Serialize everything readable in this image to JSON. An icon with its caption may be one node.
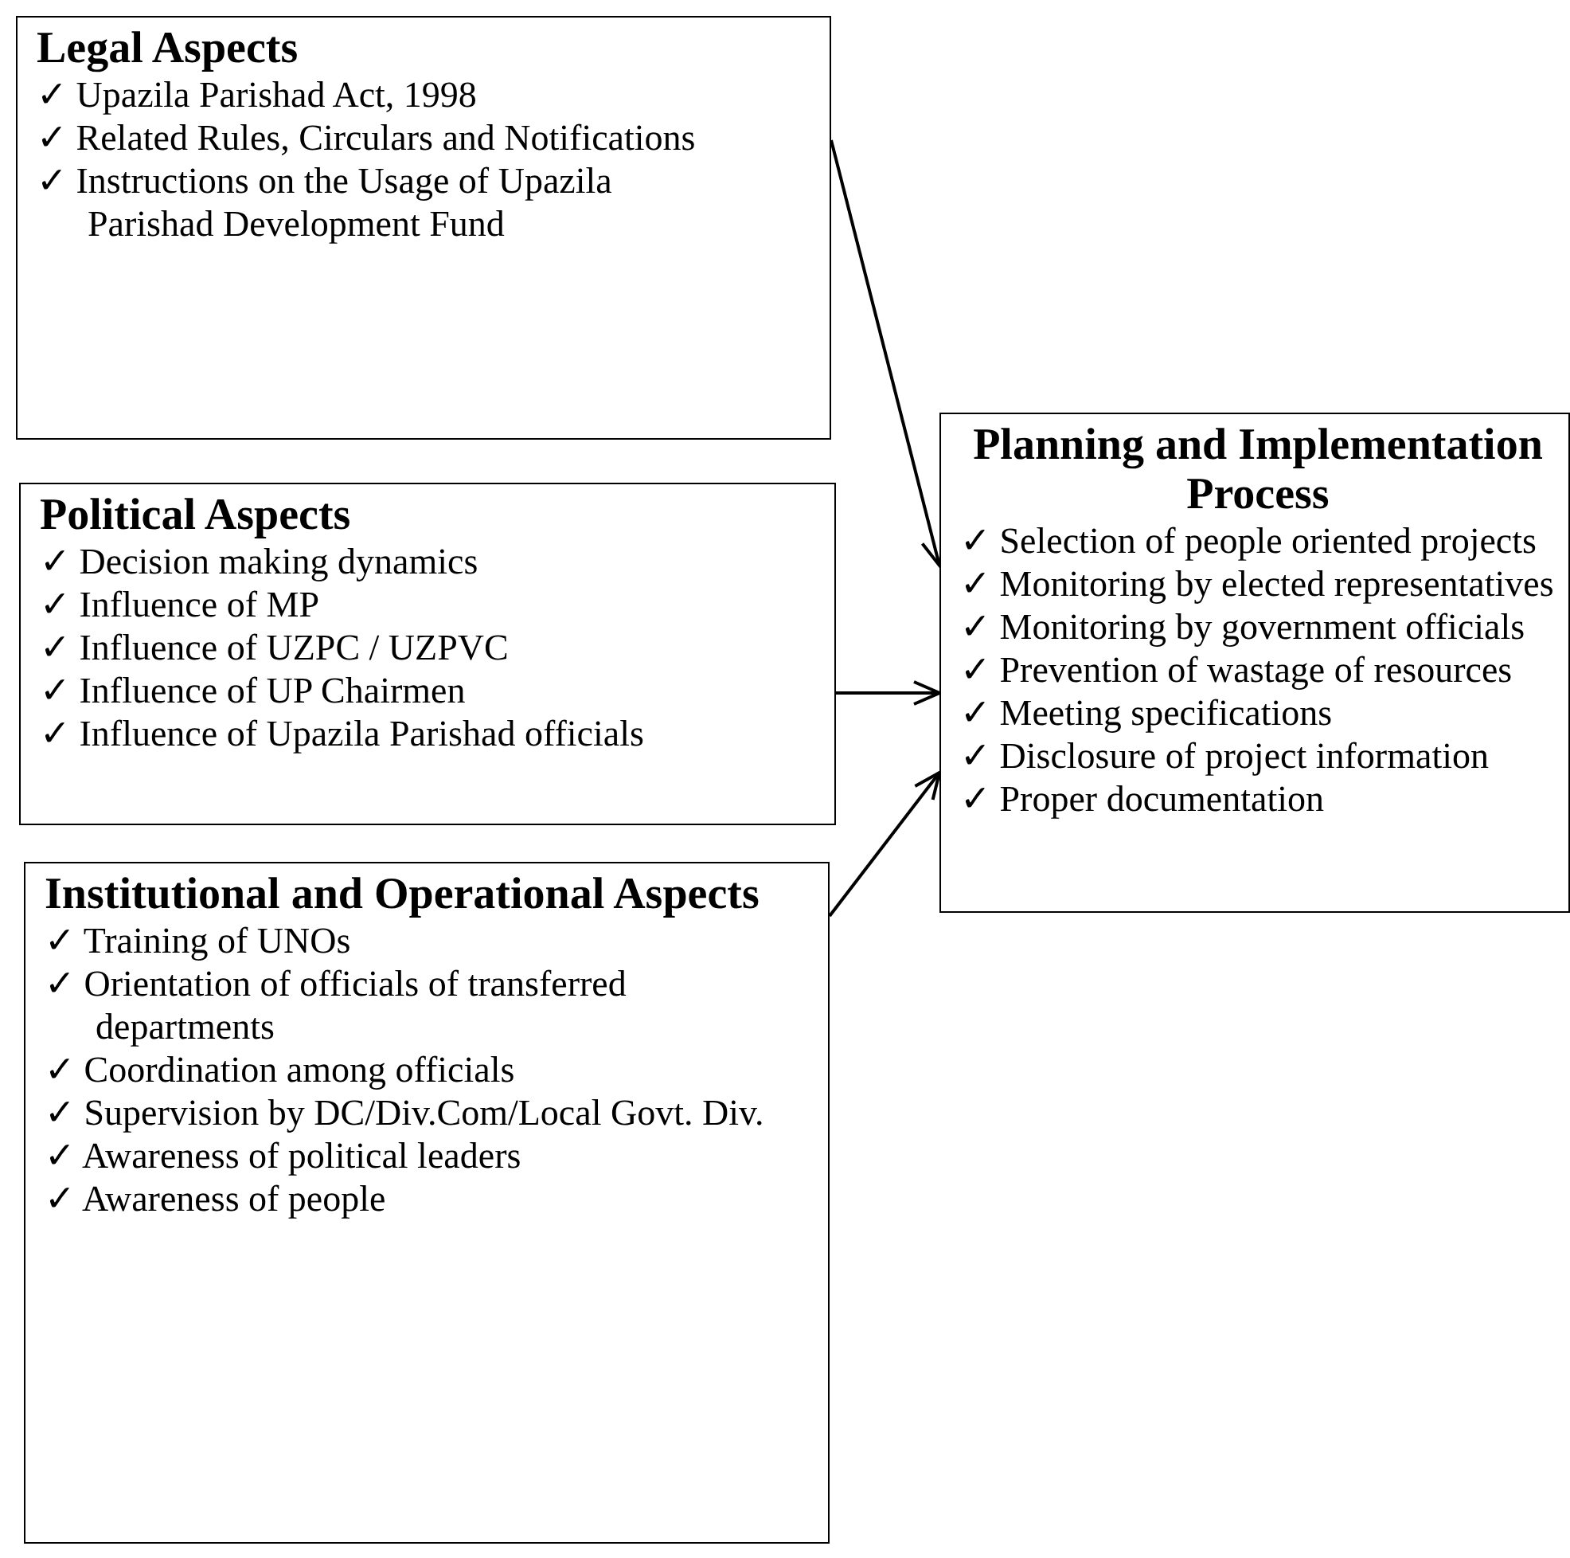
{
  "diagram": {
    "nodes": [
      {
        "text": [
          "Legal Aspects",
          "✓ Upazila Parishad Act, 1998",
          "✓ Related Rules, Circulars and Notifications",
          "✓ Instructions on the Usage of Upazila Parishad Development Fund"
        ]
      },
      {
        "text": [
          "Political Aspects",
          "✓ Decision making dynamics",
          "✓ Influence of MP",
          "✓ Influence of UZPC / UZPVC",
          "✓ Influence of UP Chairmen",
          "✓ Influence of Upazila Parishad officials"
        ]
      },
      {
        "text": [
          "Institutional and Operational Aspects",
          "✓ Training of UNOs",
          "✓ Orientation of officials of transferred departments",
          "✓ Coordination among officials",
          "✓ Supervision by DC/Div.Com/Local Govt. Div.",
          "✓ Awareness of political leaders",
          "✓ Awareness of people"
        ]
      },
      {
        "text": [
          "Planning and Implementation Process",
          "✓ Selection of people oriented projects",
          "✓ Monitoring by elected representatives",
          "✓ Monitoring by government officials",
          "✓ Prevention of wastage of resources",
          "✓ Meeting specifications",
          "✓ Disclosure of project information",
          "✓ Proper documentation"
        ]
      }
    ],
    "edges": [
      {
        "from": 0,
        "to": 3,
        "arrow": "to"
      },
      {
        "from": 1,
        "to": 3,
        "arrow": "to"
      },
      {
        "from": 2,
        "to": 3,
        "arrow": "to"
      }
    ]
  }
}
